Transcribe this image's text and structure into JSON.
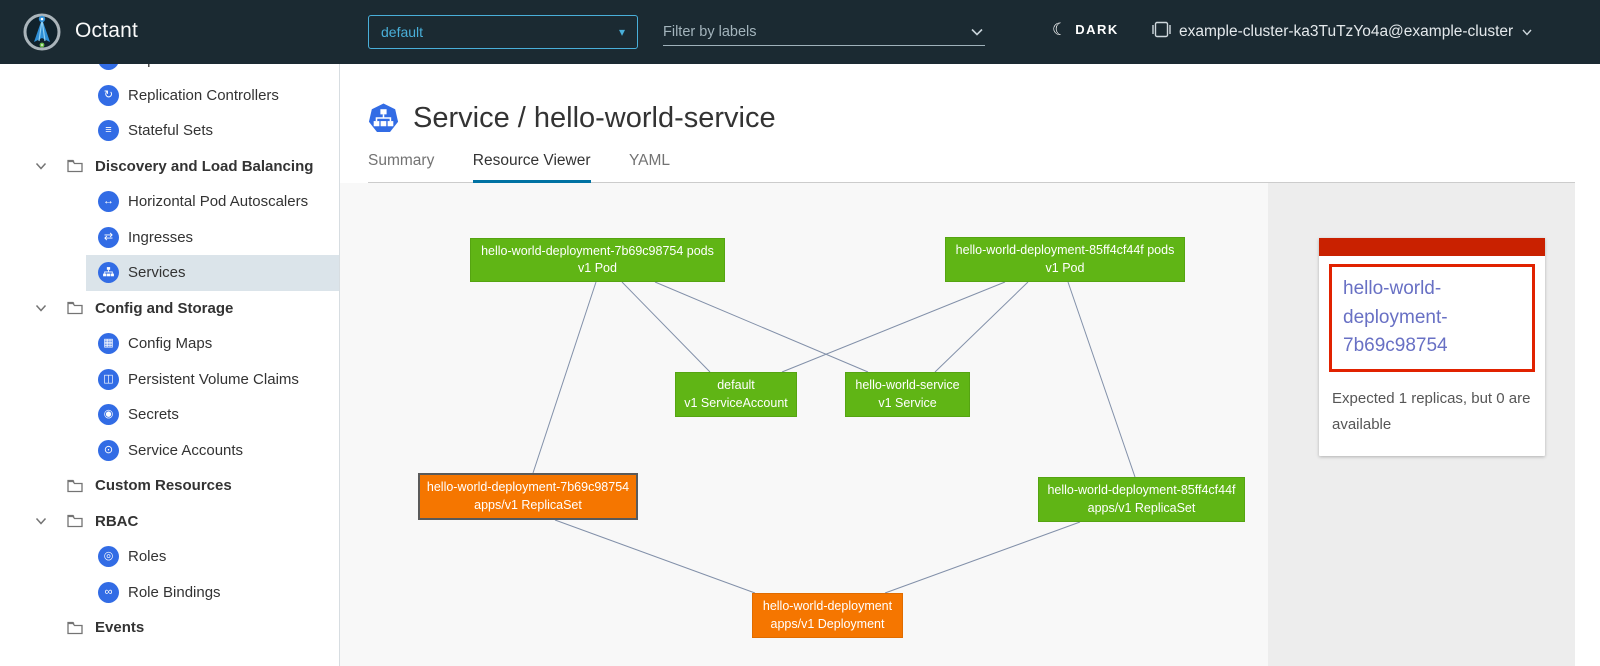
{
  "header": {
    "app_title": "Octant",
    "namespace_selector": {
      "value": "default"
    },
    "filter": {
      "placeholder": "Filter by labels"
    },
    "theme_toggle": {
      "label": "DARK",
      "moon_glyph": "☾"
    },
    "context": {
      "label": "example-cluster-ka3TuTzYo4a@example-cluster"
    }
  },
  "sidebar": {
    "items": [
      {
        "label": "Replica Sets",
        "type": "child",
        "glyph": "▣"
      },
      {
        "label": "Replication Controllers",
        "type": "child",
        "glyph": "↻"
      },
      {
        "label": "Stateful Sets",
        "type": "child",
        "glyph": "≡"
      },
      {
        "label": "Discovery and Load Balancing",
        "type": "group",
        "expanded": true
      },
      {
        "label": "Horizontal Pod Autoscalers",
        "type": "child",
        "glyph": "↔"
      },
      {
        "label": "Ingresses",
        "type": "child",
        "glyph": "⇄"
      },
      {
        "label": "Services",
        "type": "child",
        "selected": true
      },
      {
        "label": "Config and Storage",
        "type": "group",
        "expanded": true
      },
      {
        "label": "Config Maps",
        "type": "child",
        "glyph": "▦"
      },
      {
        "label": "Persistent Volume Claims",
        "type": "child",
        "glyph": "◫"
      },
      {
        "label": "Secrets",
        "type": "child",
        "glyph": "◉"
      },
      {
        "label": "Service Accounts",
        "type": "child",
        "glyph": "⊙"
      },
      {
        "label": "Custom Resources",
        "type": "group",
        "expanded": false
      },
      {
        "label": "RBAC",
        "type": "group",
        "expanded": true
      },
      {
        "label": "Roles",
        "type": "child",
        "glyph": "◎"
      },
      {
        "label": "Role Bindings",
        "type": "child",
        "glyph": "∞"
      },
      {
        "label": "Events",
        "type": "group",
        "expanded": false
      }
    ]
  },
  "main": {
    "title": "Service / hello-world-service",
    "tabs": [
      {
        "label": "Summary",
        "active": false
      },
      {
        "label": "Resource Viewer",
        "active": true
      },
      {
        "label": "YAML",
        "active": false
      }
    ]
  },
  "graph": {
    "nodes": [
      {
        "name": "hello-world-deployment-7b69c98754 pods",
        "kind": "v1 Pod",
        "status": "ok"
      },
      {
        "name": "hello-world-deployment-85ff4cf44f pods",
        "kind": "v1 Pod",
        "status": "ok"
      },
      {
        "name": "default",
        "kind": "v1 ServiceAccount",
        "status": "ok"
      },
      {
        "name": "hello-world-service",
        "kind": "v1 Service",
        "status": "ok"
      },
      {
        "name": "hello-world-deployment-7b69c98754",
        "kind": "apps/v1 ReplicaSet",
        "status": "warning",
        "selected": true
      },
      {
        "name": "hello-world-deployment-85ff4cf44f",
        "kind": "apps/v1 ReplicaSet",
        "status": "ok"
      },
      {
        "name": "hello-world-deployment",
        "kind": "apps/v1 Deployment",
        "status": "warning"
      }
    ],
    "edges": [
      [
        0,
        4
      ],
      [
        0,
        2
      ],
      [
        0,
        3
      ],
      [
        1,
        2
      ],
      [
        1,
        3
      ],
      [
        1,
        5
      ],
      [
        4,
        6
      ],
      [
        5,
        6
      ]
    ]
  },
  "detail_panel": {
    "status_color": "#c92100",
    "resource_link": "hello-world-deployment-7b69c98754",
    "message": "Expected 1 replicas, but 0 are available"
  },
  "colors": {
    "ok": "#60b515",
    "warning": "#f57600",
    "error": "#e12200",
    "accent_blue": "#49afd9",
    "link": "#6870c4",
    "header_bg": "#1b2a32"
  }
}
